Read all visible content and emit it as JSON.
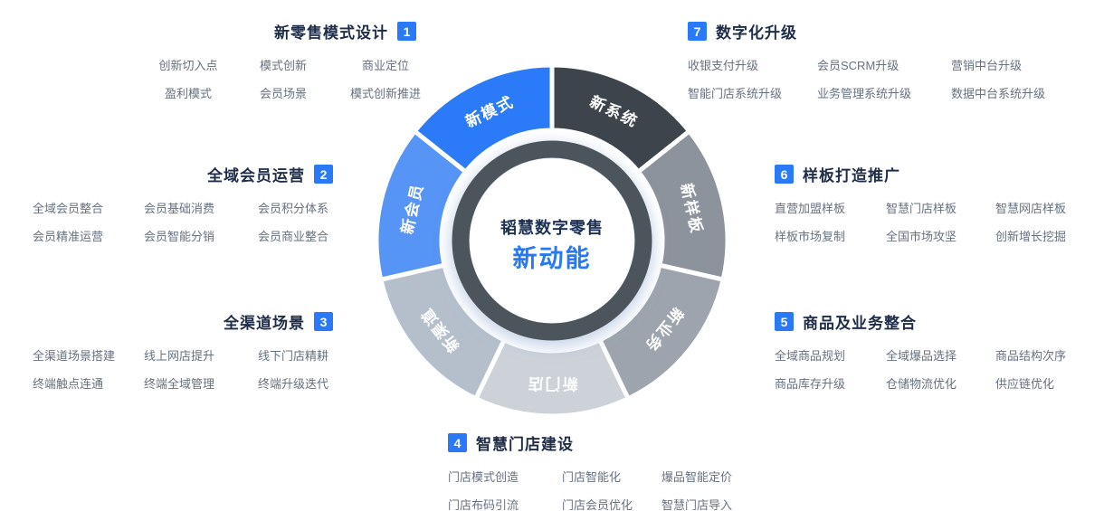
{
  "center": {
    "line1": "韬慧数字零售",
    "line2": "新动能",
    "title_color": "#1d3156",
    "subtitle_color": "#2678f3"
  },
  "wheel": {
    "ring_color": "#4d545c",
    "segments": [
      {
        "label": "新系统",
        "color": "#3e444c"
      },
      {
        "label": "新样板",
        "color": "#8d939c"
      },
      {
        "label": "新业务",
        "color": "#9da4ad"
      },
      {
        "label": "新门店",
        "color": "#cdd2d8"
      },
      {
        "label": "新渠道",
        "color": "#b5bfcc"
      },
      {
        "label": "新会员",
        "color": "#5694f5"
      },
      {
        "label": "新模式",
        "color": "#2b7af8"
      }
    ]
  },
  "badge_color": "#2979f8",
  "sections": [
    {
      "num": "1",
      "title": "新零售模式设计",
      "items": [
        "创新切入点",
        "模式创新",
        "商业定位",
        "盈利模式",
        "会员场景",
        "模式创新推进"
      ]
    },
    {
      "num": "2",
      "title": "全域会员运营",
      "items": [
        "全域会员整合",
        "会员基础消费",
        "会员积分体系",
        "会员精准运营",
        "会员智能分销",
        "会员商业整合"
      ]
    },
    {
      "num": "3",
      "title": "全渠道场景",
      "items": [
        "全渠道场景搭建",
        "线上网店提升",
        "线下门店精耕",
        "终端触点连通",
        "终端全域管理",
        "终端升级迭代"
      ]
    },
    {
      "num": "4",
      "title": "智慧门店建设",
      "items": [
        "门店模式创造",
        "门店智能化",
        "爆品智能定价",
        "门店布码引流",
        "门店会员优化",
        "智慧门店导入"
      ]
    },
    {
      "num": "5",
      "title": "商品及业务整合",
      "items": [
        "全域商品规划",
        "全域爆品选择",
        "商品结构次序",
        "商品库存升级",
        "仓储物流优化",
        "供应链优化"
      ]
    },
    {
      "num": "6",
      "title": "样板打造推广",
      "items": [
        "直营加盟样板",
        "智慧门店样板",
        "智慧网店样板",
        "样板市场复制",
        "全国市场攻坚",
        "创新增长挖掘"
      ]
    },
    {
      "num": "7",
      "title": "数字化升级",
      "items": [
        "收银支付升级",
        "会员SCRM升级",
        "营销中台升级",
        "智能门店系统升级",
        "业务管理系统升级",
        "数据中台系统升级"
      ]
    }
  ]
}
